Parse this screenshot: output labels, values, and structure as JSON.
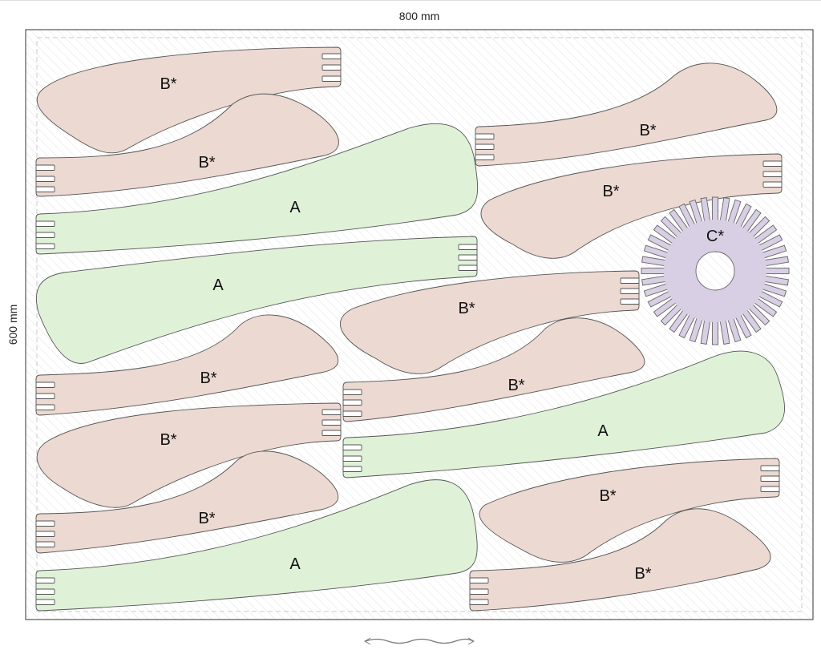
{
  "sheet": {
    "width_label": "800 mm",
    "height_label": "600 mm"
  },
  "parts": [
    {
      "label": "B*",
      "type": "B"
    },
    {
      "label": "B*",
      "type": "B"
    },
    {
      "label": "A",
      "type": "A"
    },
    {
      "label": "A",
      "type": "A"
    },
    {
      "label": "B*",
      "type": "B"
    },
    {
      "label": "B*",
      "type": "B"
    },
    {
      "label": "B*",
      "type": "B"
    },
    {
      "label": "A",
      "type": "A"
    },
    {
      "label": "B*",
      "type": "B"
    },
    {
      "label": "B*",
      "type": "B"
    },
    {
      "label": "C*",
      "type": "C"
    },
    {
      "label": "B*",
      "type": "B"
    },
    {
      "label": "B*",
      "type": "B"
    },
    {
      "label": "A",
      "type": "A"
    },
    {
      "label": "B*",
      "type": "B"
    },
    {
      "label": "B*",
      "type": "B"
    }
  ],
  "colors": {
    "A": "#dff2d8",
    "B": "#ecd9d2",
    "C": "#d8cfe4"
  },
  "scroll_handle": "horizontal-resize-icon"
}
